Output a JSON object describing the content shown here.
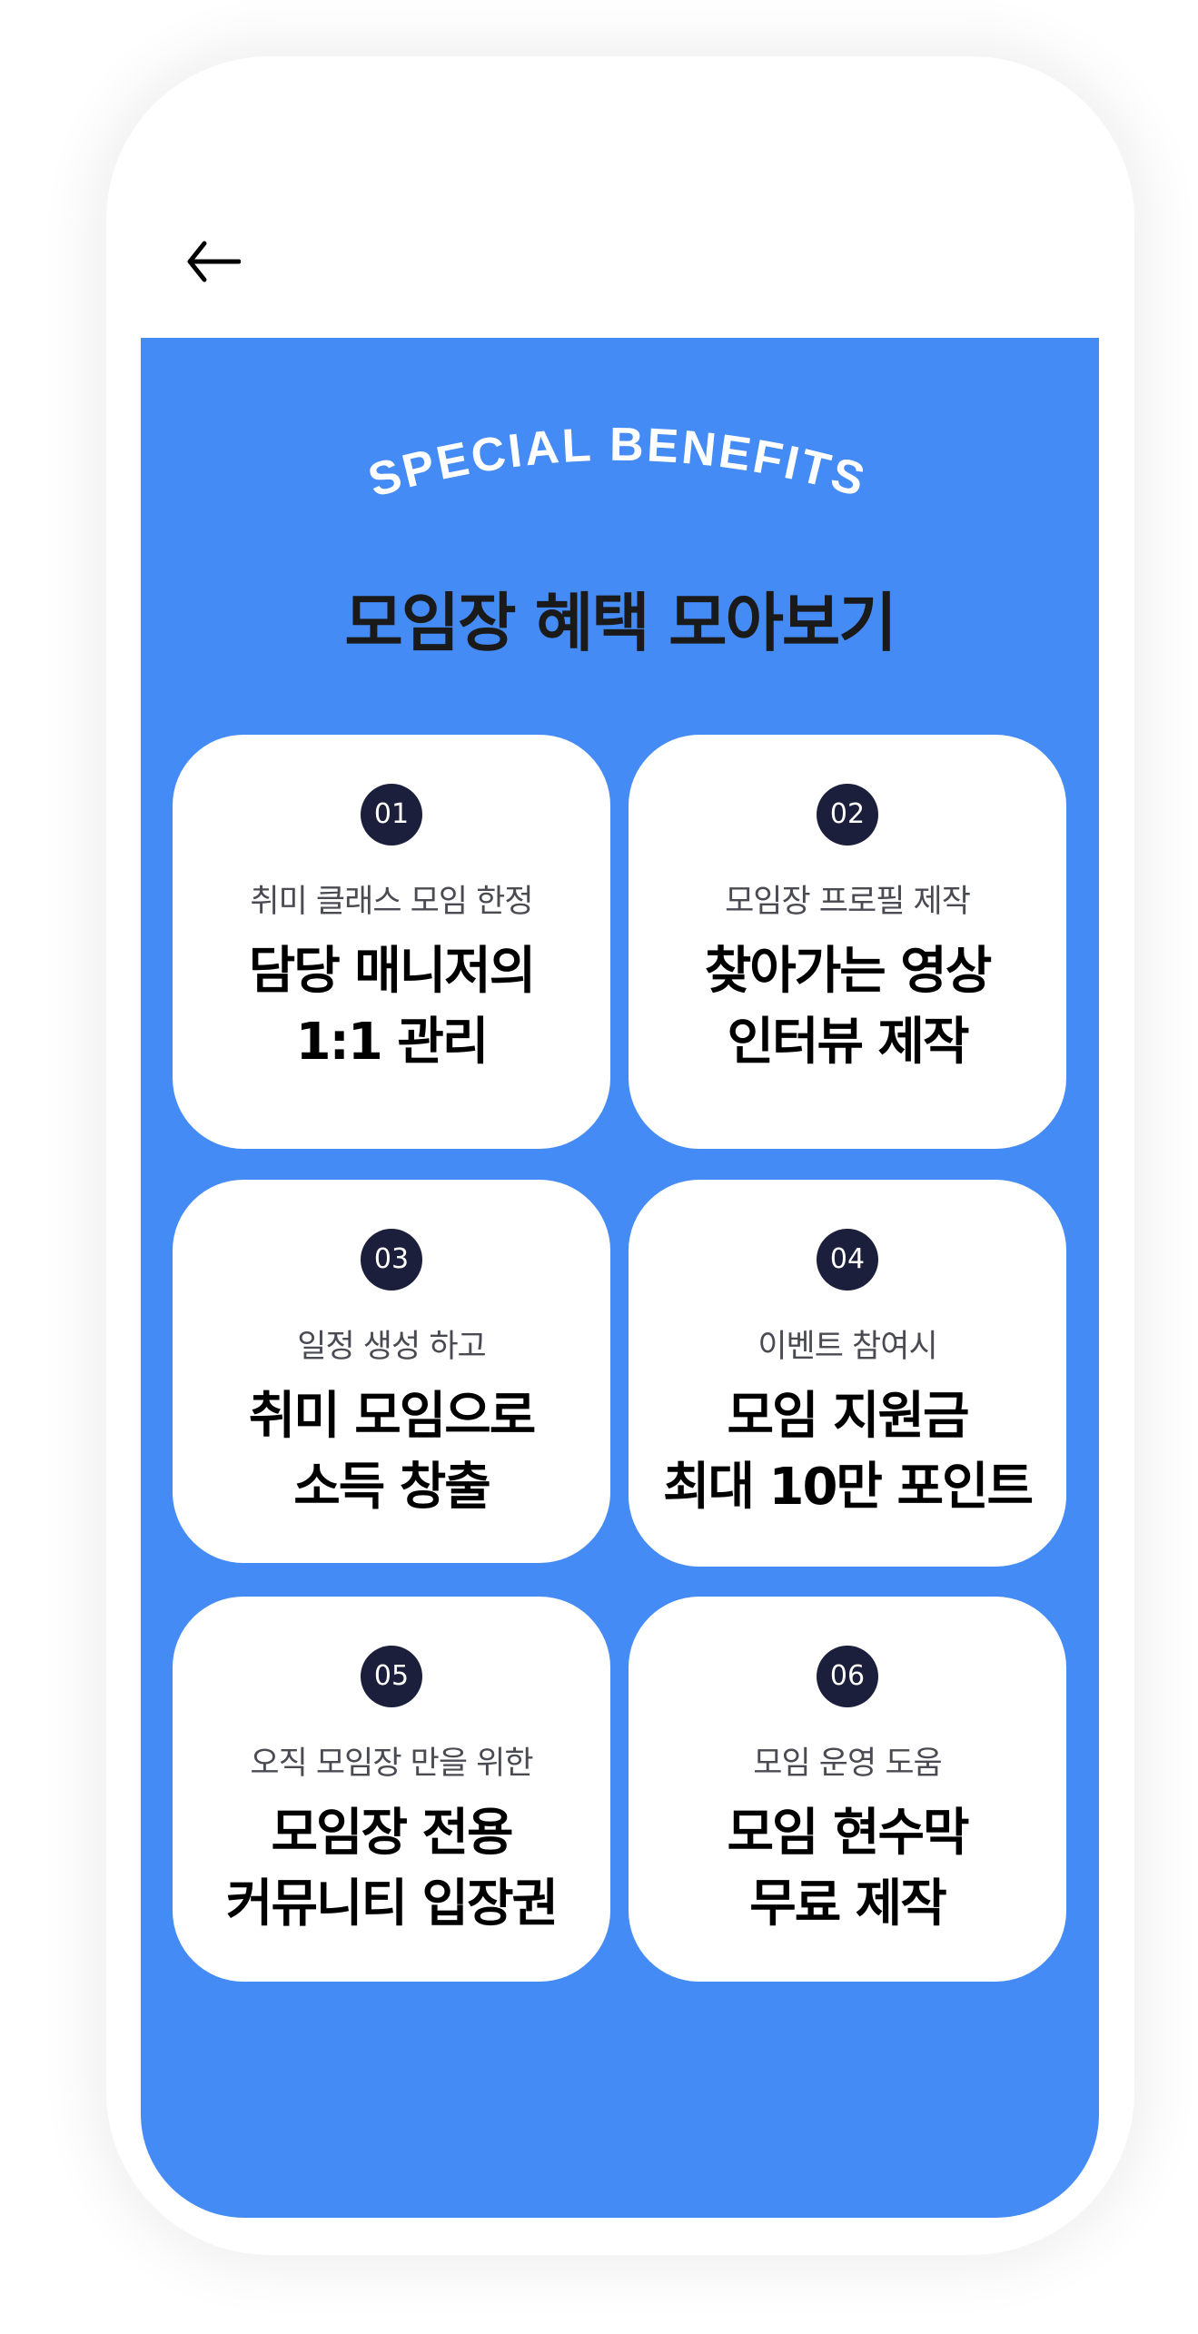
{
  "header": {
    "back_icon": "arrow-left-icon"
  },
  "hero": {
    "arc_text": "SPECIAL BENEFITS",
    "title": "모임장 혜택 모아보기"
  },
  "colors": {
    "panel": "#458BF5",
    "badge": "#1C1F3C"
  },
  "benefits": [
    {
      "num": "01",
      "sub": "취미 클래스 모임 한정",
      "line1": "담당 매니저의",
      "line2": "1:1 관리"
    },
    {
      "num": "02",
      "sub": "모임장 프로필 제작",
      "line1": "찾아가는 영상",
      "line2": "인터뷰 제작"
    },
    {
      "num": "03",
      "sub": "일정 생성 하고",
      "line1": "취미 모임으로",
      "line2": "소득 창출"
    },
    {
      "num": "04",
      "sub": "이벤트 참여시",
      "line1": "모임 지원금",
      "line2": "최대 10만 포인트"
    },
    {
      "num": "05",
      "sub": "오직 모임장 만을 위한",
      "line1": "모임장 전용",
      "line2": "커뮤니티 입장권"
    },
    {
      "num": "06",
      "sub": "모임 운영 도움",
      "line1": "모임 현수막",
      "line2": "무료 제작"
    }
  ]
}
